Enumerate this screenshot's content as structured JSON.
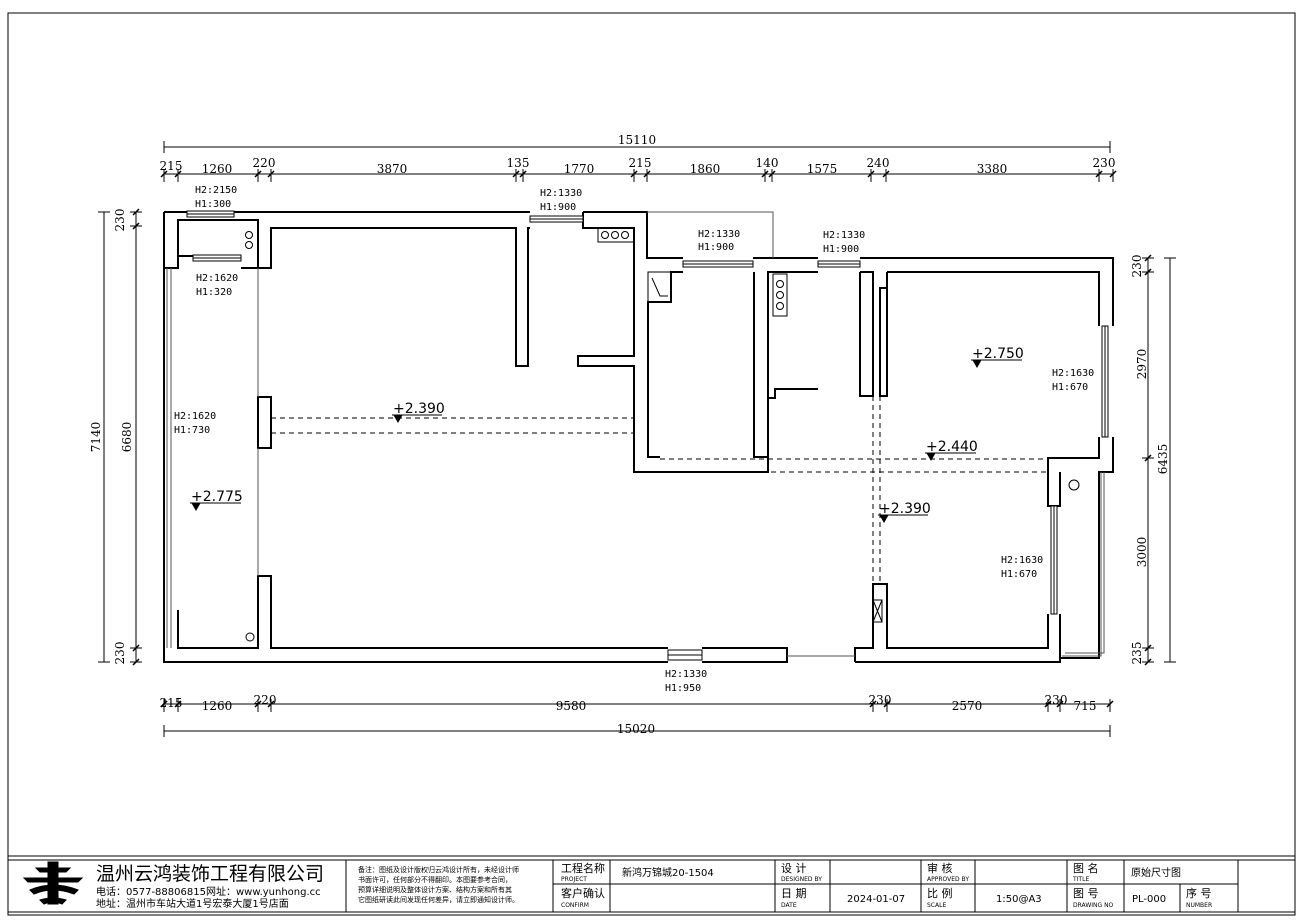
{
  "dimensions": {
    "top_total": "15110",
    "top_segments": [
      "215",
      "1260",
      "220",
      "3870",
      "135",
      "1770",
      "215",
      "1860",
      "140",
      "1575",
      "240",
      "3380",
      "230"
    ],
    "bottom_segments": [
      "215",
      "1260",
      "220",
      "9580",
      "230",
      "2570",
      "230",
      "715"
    ],
    "bottom_total": "15020",
    "left_outer": "7140",
    "left_inner": "6680",
    "left_top": "230",
    "left_bottom": "230",
    "right_top": "230",
    "right_upper": "2970",
    "right_lower": "3000",
    "right_bottom": "235",
    "right_total": "6435"
  },
  "openings": [
    {
      "h2": "H2:2150",
      "h1": "H1:300"
    },
    {
      "h2": "H2:1620",
      "h1": "H1:320"
    },
    {
      "h2": "H2:1330",
      "h1": "H1:900"
    },
    {
      "h2": "H2:1330",
      "h1": "H1:900"
    },
    {
      "h2": "H2:1330",
      "h1": "H1:900"
    },
    {
      "h2": "H2:1620",
      "h1": "H1:730"
    },
    {
      "h2": "H2:1630",
      "h1": "H1:670"
    },
    {
      "h2": "H2:1630",
      "h1": "H1:670"
    },
    {
      "h2": "H2:1330",
      "h1": "H1:950"
    }
  ],
  "levels": [
    "+2.390",
    "+2.775",
    "+2.750",
    "+2.440",
    "+2.390"
  ],
  "title_block": {
    "company": "温州云鸿装饰工程有限公司",
    "phone": "电话：0577-88806815网址：www.yunhong.cc",
    "address": "地址：温州市车站大道1号宏泰大厦1号店面",
    "note_lines": [
      "备注：图纸及设计版权归云鸿设计所有，未经设计师",
      "书面许可，任何部分不得翻印。本图要参考合同，",
      "预算详细说明及整体设计方案、结构方案和所有其",
      "它图纸研读此间发现任何差异，请立即通知设计师。"
    ],
    "project_label": "工程名称",
    "project_label_en": "PROJECT",
    "project_value": "新鸿万锦城20-1504",
    "confirm_label": "客户确认",
    "confirm_label_en": "CONFIRM",
    "design_label": "设 计",
    "design_label_en": "DESIGNED BY",
    "date_label": "日 期",
    "date_label_en": "DATE",
    "date_value": "2024-01-07",
    "approve_label": "审 核",
    "approve_label_en": "APPROVED BY",
    "scale_label": "比 例",
    "scale_label_en": "SCALE",
    "scale_value": "1:50@A3",
    "title_label": "图 名",
    "title_label_en": "TITLE",
    "title_value": "原始尺寸图",
    "drawing_no_label": "图 号",
    "drawing_no_label_en": "DRAWING NO",
    "drawing_no_value": "PL-000",
    "number_label": "序 号",
    "number_label_en": "NUMBER"
  },
  "colors": {
    "line": "#000000",
    "thin": "#555555",
    "background": "#ffffff"
  }
}
